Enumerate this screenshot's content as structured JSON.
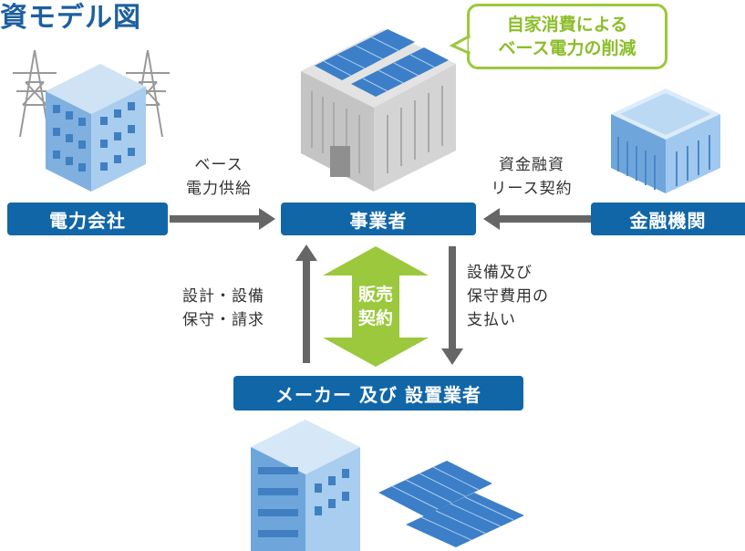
{
  "title": "資モデル図",
  "callout": {
    "line1": "自家消費による",
    "line2": "ベース電力の削減"
  },
  "nodes": {
    "power_company": "電力会社",
    "business": "事業者",
    "financial": "金融機関",
    "maker": "メーカー 及び 設置業者"
  },
  "labels": {
    "base_supply": [
      "ベース",
      "電力供給"
    ],
    "funding": [
      "資金融資",
      "リース契約"
    ],
    "design": [
      "設計・設備",
      "保守・請求"
    ],
    "payment": [
      "設備及び",
      "保守費用の",
      "支払い"
    ],
    "sales": [
      "販売",
      "契約"
    ]
  },
  "icons": {
    "power_company": "power-tower-building-icon",
    "business": "factory-solar-roof-icon",
    "financial": "bank-building-icon",
    "maker": "office-and-solar-panels-icon"
  },
  "colors": {
    "node": "#1166a8",
    "arrow": "#666666",
    "green": "#9bc83c"
  }
}
